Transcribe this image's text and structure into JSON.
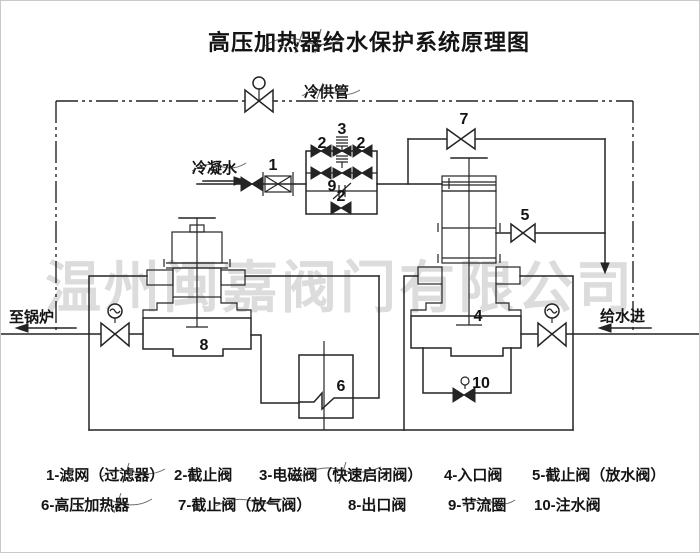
{
  "title": "高压加热器给水保护系统原理图",
  "watermark": "温州闽嘉阀门有限公司",
  "flow_labels": {
    "cold_supply": "冷供管",
    "condensate": "冷凝水",
    "to_boiler": "至锅炉",
    "feedwater_in": "给水进"
  },
  "component_labels": {
    "filter": "1",
    "stop_left": "2",
    "solenoid": "3",
    "stop_right": "2",
    "orifice": "9",
    "stop_bottom": "2",
    "inlet": "4",
    "drain": "5",
    "heater": "6",
    "vent": "7",
    "outlet": "8",
    "fill": "10"
  },
  "legend": {
    "row1": [
      "1-滤网（过滤器）",
      "2-截止阀",
      "3-电磁阀（快速启闭阀）",
      "4-入口阀",
      "5-截止阀（放水阀）"
    ],
    "row2": [
      "6-高压加热器",
      "7-截止阀（放气阀）",
      "8-出口阀",
      "9-节流圈",
      "10-注水阀"
    ]
  },
  "colors": {
    "line": "#242424",
    "text": "#141414",
    "watermark": "#dcdcdc",
    "background": "#ffffff"
  }
}
